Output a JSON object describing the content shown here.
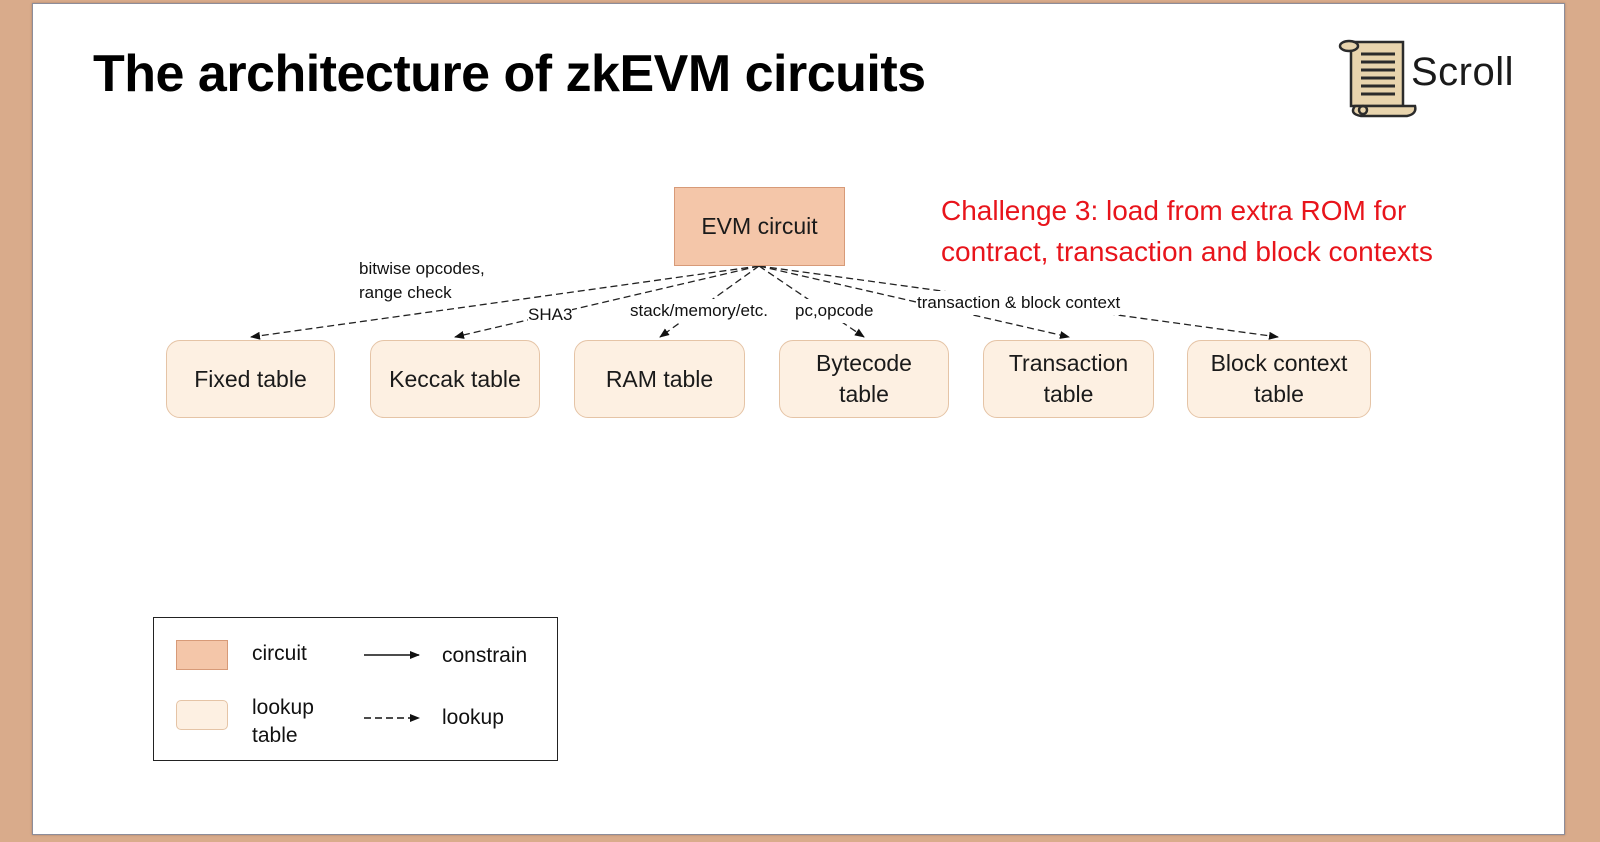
{
  "slide": {
    "title": "The architecture of zkEVM circuits",
    "logo": {
      "text": "Scroll",
      "icon": "scroll-icon"
    },
    "challenge_note": "Challenge 3: load from extra ROM for contract, transaction and block contexts"
  },
  "diagram": {
    "root": {
      "label": "EVM circuit",
      "kind": "circuit"
    },
    "tables": [
      {
        "label": "Fixed table"
      },
      {
        "label": "Keccak table"
      },
      {
        "label": "RAM table"
      },
      {
        "label": "Bytecode table"
      },
      {
        "label": "Transaction table"
      },
      {
        "label": "Block context table"
      }
    ],
    "edge_labels": {
      "fixed": "bitwise opcodes, range check",
      "keccak": "SHA3",
      "ram": "stack/memory/etc.",
      "bytecode": "pc,opcode",
      "tx_block": "transaction & block context"
    }
  },
  "legend": {
    "circuit": "circuit",
    "lookup_table": "lookup table",
    "constrain": "constrain",
    "lookup": "lookup"
  },
  "colors": {
    "background": "#d9ab8b",
    "circuit_fill": "#f4c6a9",
    "table_fill": "#fdf0e2",
    "challenge_text": "#e8141b"
  }
}
